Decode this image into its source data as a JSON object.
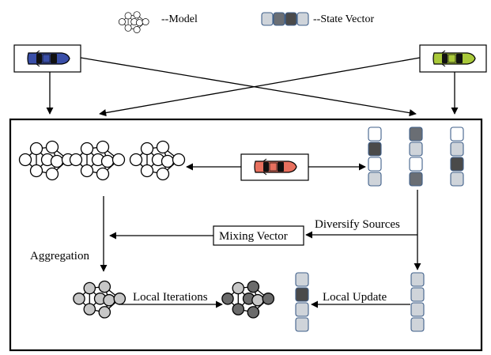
{
  "legend": {
    "model_label": "--Model",
    "state_vector_label": "--State Vector"
  },
  "labels": {
    "diversify_sources": "Diversify Sources",
    "mixing_vector": "Mixing Vector",
    "aggregation": "Aggregation",
    "local_iterations": "Local Iterations",
    "local_update": "Local Update"
  },
  "colors": {
    "car_left": "#3a4fa8",
    "car_right": "#a9c93a",
    "car_center": "#e8705e",
    "cell_dark": "#4a4a4a",
    "cell_mid": "#6a6e74",
    "cell_light": "#cfd4da",
    "cell_white": "#ffffff",
    "cell_border": "#3f5f8a",
    "node_light_gray": "#c7c7c7",
    "node_dark_gray": "#6b6b6b"
  },
  "state_vectors": {
    "top_1": [
      "white",
      "dark",
      "white",
      "light"
    ],
    "top_2": [
      "mid",
      "light",
      "white",
      "mid"
    ],
    "top_3": [
      "white",
      "light",
      "dark",
      "light"
    ],
    "bottom_right": [
      "light",
      "light",
      "light",
      "light"
    ],
    "bottom_left": [
      "light",
      "dark",
      "light",
      "light"
    ],
    "legend": [
      "light",
      "mid",
      "dark",
      "light"
    ]
  }
}
